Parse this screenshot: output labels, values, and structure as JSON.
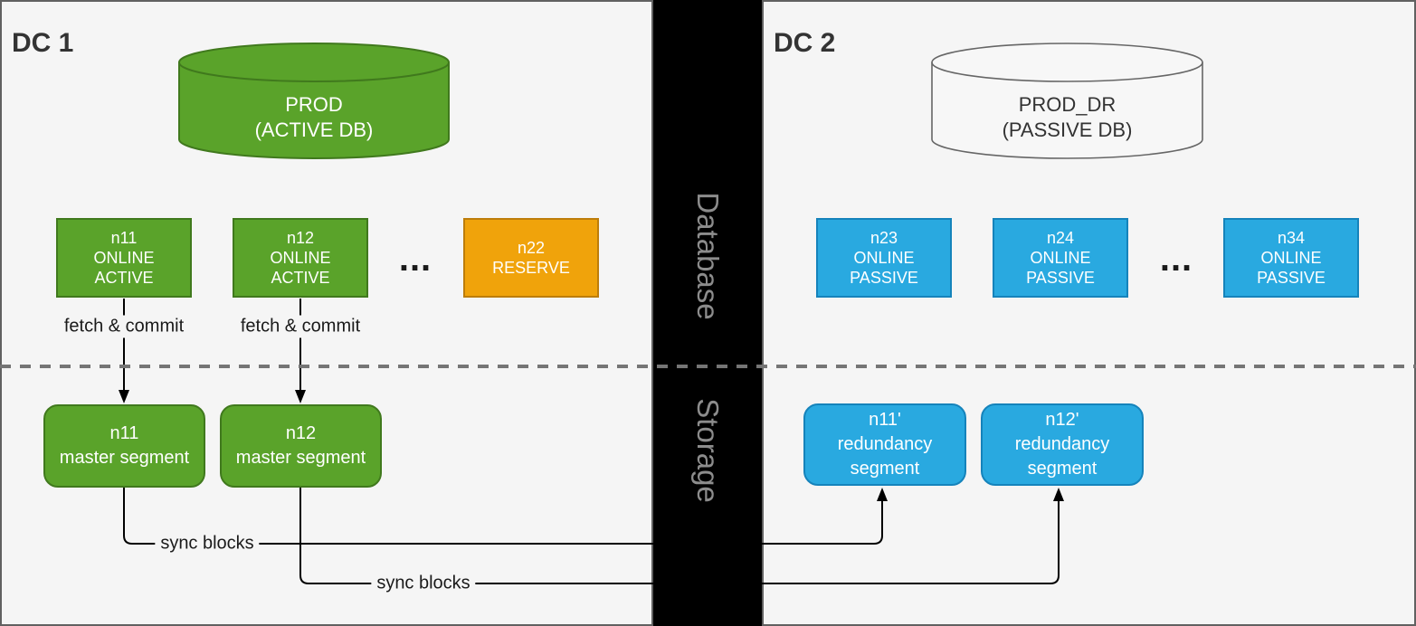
{
  "divider": {
    "top_label": "Database",
    "bottom_label": "Storage"
  },
  "colors": {
    "panel_background": "#f5f5f5",
    "panel_border": "#616161",
    "divider_bar": "#000000",
    "green_fill": "#5aa32a",
    "green_stroke": "#40791d",
    "orange_fill": "#f0a30b",
    "orange_stroke": "#bd7d0a",
    "blue_fill": "#29a9e0",
    "blue_stroke": "#1583bb",
    "muted_label": "#8c8c8c",
    "connector": "#000000"
  },
  "dc1": {
    "title": "DC 1",
    "db": {
      "name": "PROD",
      "state": "(ACTIVE DB)"
    },
    "nodes": [
      {
        "lines": [
          "n11",
          "ONLINE",
          "ACTIVE"
        ]
      },
      {
        "lines": [
          "n12",
          "ONLINE",
          "ACTIVE"
        ]
      },
      {
        "lines": [
          "n22",
          "RESERVE"
        ]
      }
    ],
    "ellipsis": "...",
    "edges": {
      "fetch1": "fetch & commit",
      "fetch2": "fetch & commit",
      "sync1": "sync blocks",
      "sync2": "sync blocks"
    },
    "segments": [
      {
        "lines": [
          "n11",
          "master segment"
        ]
      },
      {
        "lines": [
          "n12",
          "master segment"
        ]
      }
    ]
  },
  "dc2": {
    "title": "DC 2",
    "db": {
      "name": "PROD_DR",
      "state": "(PASSIVE DB)"
    },
    "nodes": [
      {
        "lines": [
          "n23",
          "ONLINE",
          "PASSIVE"
        ]
      },
      {
        "lines": [
          "n24",
          "ONLINE",
          "PASSIVE"
        ]
      },
      {
        "lines": [
          "n34",
          "ONLINE",
          "PASSIVE"
        ]
      }
    ],
    "ellipsis": "...",
    "segments": [
      {
        "lines": [
          "n11'",
          "redundancy",
          "segment"
        ]
      },
      {
        "lines": [
          "n12'",
          "redundancy",
          "segment"
        ]
      }
    ]
  }
}
